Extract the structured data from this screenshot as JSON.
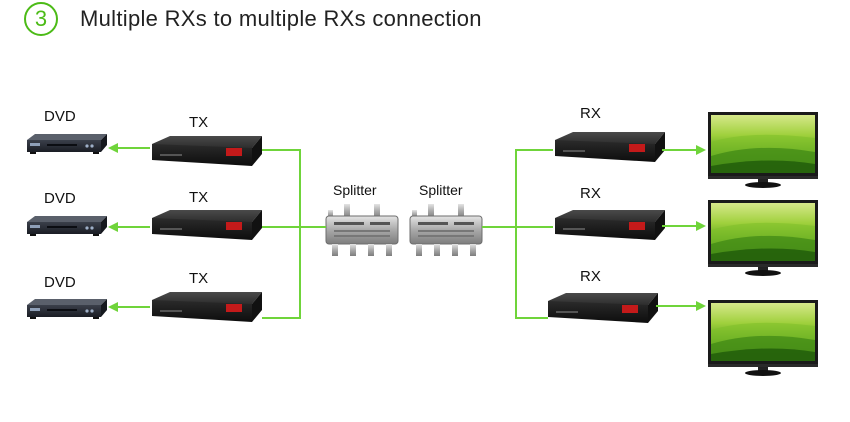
{
  "header": {
    "step_number": "3",
    "title": "Multiple RXs to multiple RXs connection"
  },
  "labels": {
    "dvd": "DVD",
    "tx": "TX",
    "rx": "RX",
    "splitter": "Splitter"
  },
  "colors": {
    "accent": "#4cbb17",
    "line": "#6fd43a"
  }
}
